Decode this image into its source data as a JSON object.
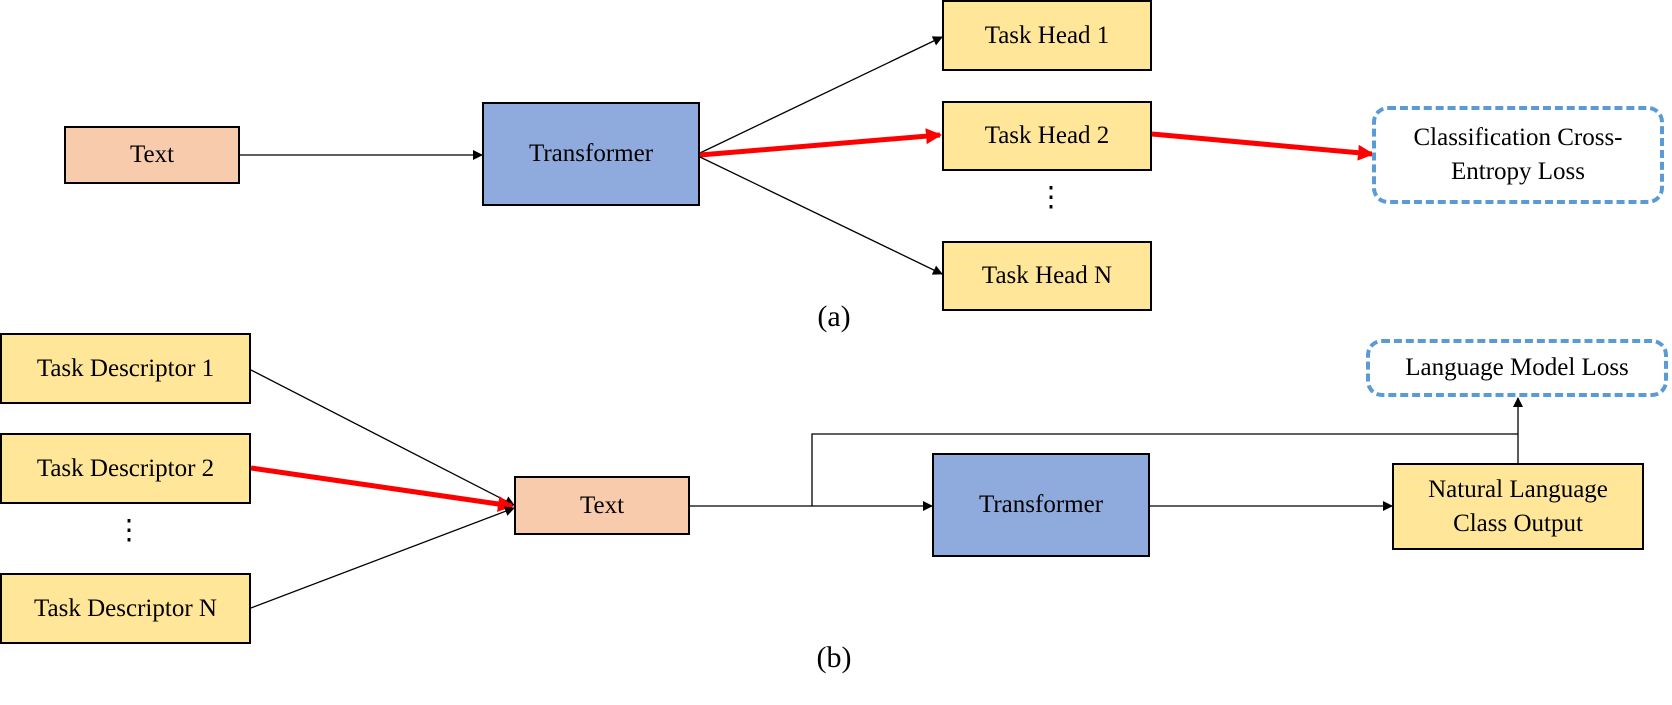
{
  "panel_a": {
    "text_box": "Text",
    "transformer": "Transformer",
    "task_heads": [
      "Task Head 1",
      "Task Head 2",
      "Task Head N"
    ],
    "loss_line1": "Classification Cross-",
    "loss_line2": "Entropy Loss",
    "caption": "(a)"
  },
  "panel_b": {
    "descriptors": [
      "Task Descriptor 1",
      "Task Descriptor 2",
      "Task Descriptor N"
    ],
    "text_box": "Text",
    "transformer": "Transformer",
    "output_line1": "Natural Language",
    "output_line2": "Class Output",
    "loss": "Language Model Loss",
    "caption": "(b)"
  },
  "ellipsis": "⋮",
  "colors": {
    "text_fill": "#f8cbad",
    "transformer_fill": "#8faadc",
    "head_fill": "#ffe699",
    "loss_border": "#5b9bd5",
    "highlight_arrow": "#ff0000"
  }
}
